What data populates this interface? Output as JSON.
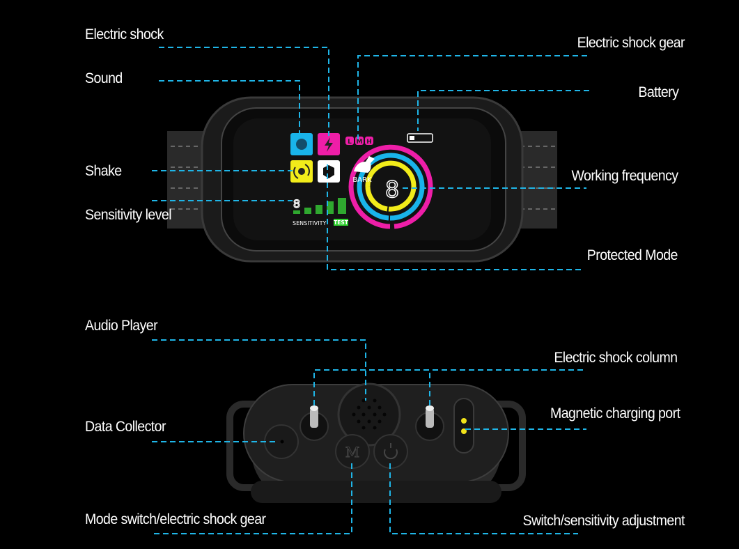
{
  "labels": {
    "electric_shock": "Electric shock",
    "sound": "Sound",
    "electric_shock_gear": "Electric shock gear",
    "battery": "Battery",
    "shake": "Shake",
    "working_frequency": "Working frequency",
    "sensitivity_level": "Sensitivity level",
    "protected_mode": "Protected Mode",
    "audio_player": "Audio Player",
    "electric_shock_column": "Electric shock column",
    "magnetic_charging_port": "Magnetic charging port",
    "data_collector": "Data Collector",
    "mode_switch": "Mode switch/electric shock gear",
    "switch_sensitivity": "Switch/sensitivity adjustment"
  },
  "screen": {
    "gear_levels": [
      "L",
      "M",
      "H"
    ],
    "bark": "BARK",
    "digit": "8",
    "sensitivity_digit": "8",
    "sensitivity": "SENSITIVITY",
    "test": "TEST",
    "mode_button": "M"
  },
  "colors": {
    "leader": "#1fb6e8",
    "cyan": "#19b4ea",
    "magenta": "#ee1ea8",
    "yellow": "#f2ec1a",
    "green": "#2fd12f"
  }
}
